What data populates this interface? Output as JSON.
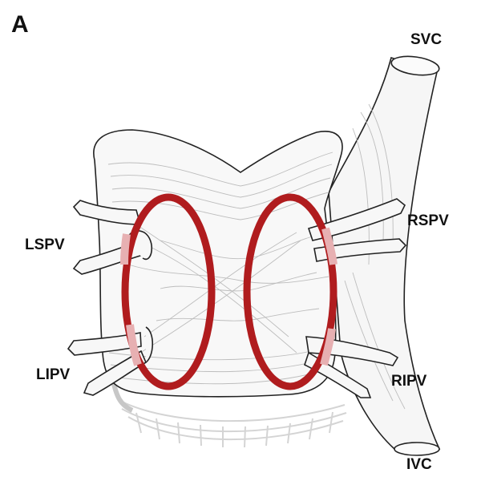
{
  "figure": {
    "panel_label": "A",
    "colors": {
      "ablation_ring": "#b01c1e",
      "ring_gap": "#e7b0b2",
      "outline": "#222222",
      "fiber": "#b9b9b9",
      "background": "#ffffff"
    }
  },
  "labels": {
    "svc": "SVC",
    "ivc": "IVC",
    "lspv": "LSPV",
    "lipv": "LIPV",
    "rspv": "RSPV",
    "ripv": "RIPV"
  },
  "structures": {
    "left_ring": {
      "encircles": [
        "LSPV",
        "LIPV"
      ]
    },
    "right_ring": {
      "encircles": [
        "RSPV",
        "RIPV"
      ]
    }
  }
}
